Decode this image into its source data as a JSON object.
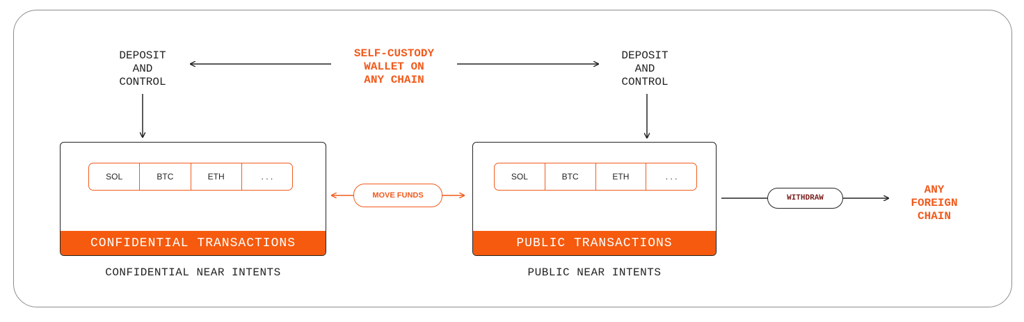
{
  "wallet": {
    "label": "SELF-CUSTODY\nWALLET ON\nANY CHAIN"
  },
  "left_deposit": {
    "label": "DEPOSIT\nAND\nCONTROL"
  },
  "right_deposit": {
    "label": "DEPOSIT\nAND\nCONTROL"
  },
  "confidential": {
    "tokens": [
      "SOL",
      "BTC",
      "ETH",
      ". . ."
    ],
    "bar_label": "CONFIDENTIAL TRANSACTIONS",
    "caption": "CONFIDENTIAL NEAR INTENTS"
  },
  "public": {
    "tokens": [
      "SOL",
      "BTC",
      "ETH",
      ". . ."
    ],
    "bar_label": "PUBLIC TRANSACTIONS",
    "caption": "PUBLIC NEAR INTENTS"
  },
  "move_funds": {
    "label": "MOVE FUNDS"
  },
  "withdraw": {
    "label": "WITHDRAW"
  },
  "foreign_chain": {
    "label": "ANY\nFOREIGN\nCHAIN"
  },
  "colors": {
    "accent": "#f15a1c",
    "bar": "#f55a0e",
    "withdraw_text": "#7a1f1f",
    "outline": "#222222"
  }
}
